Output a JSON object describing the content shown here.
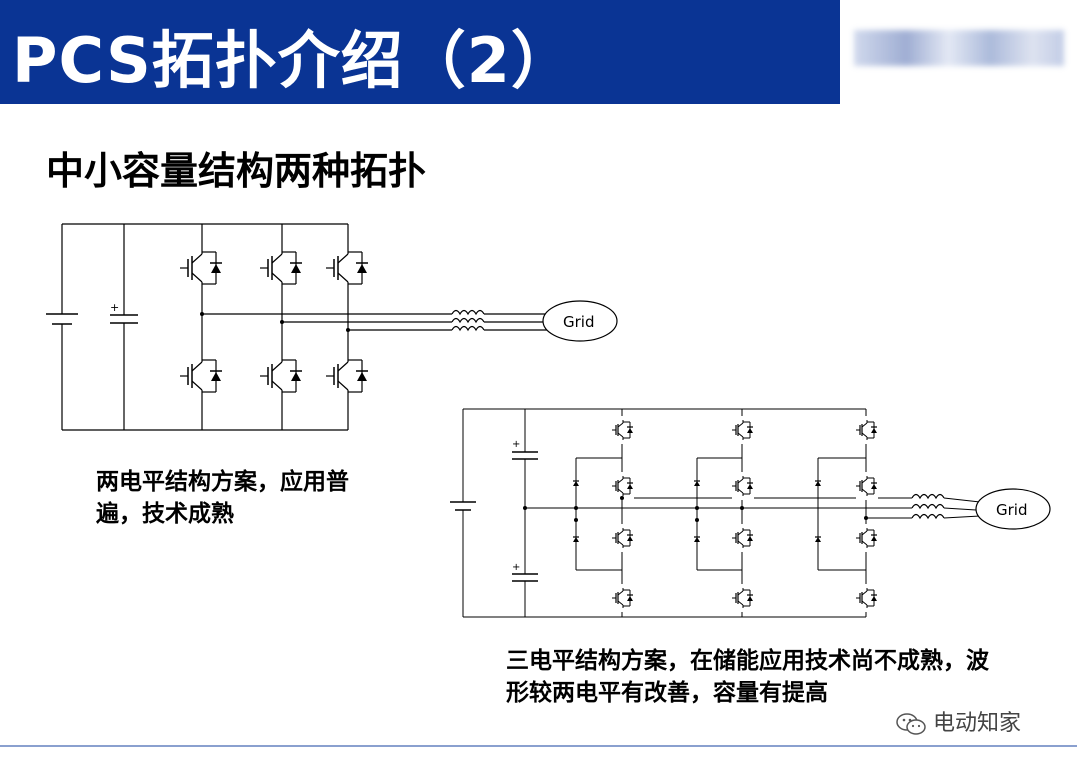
{
  "header": {
    "title": "PCS拓扑介绍（2）"
  },
  "section": {
    "heading": "中小容量结构两种拓扑"
  },
  "diagrams": {
    "two_level": {
      "grid_label": "Grid",
      "caption": "两电平结构方案，应用普遍，技术成熟"
    },
    "three_level": {
      "grid_label": "Grid",
      "caption": "三电平结构方案，在储能应用技术尚不成熟，波形较两电平有改善，容量有提高"
    }
  },
  "watermark": {
    "text": "电动知家",
    "icon": "wechat-icon"
  },
  "colors": {
    "title_bar": "#0a3494",
    "title_text": "#ffffff",
    "line": "#8aa0cf"
  }
}
